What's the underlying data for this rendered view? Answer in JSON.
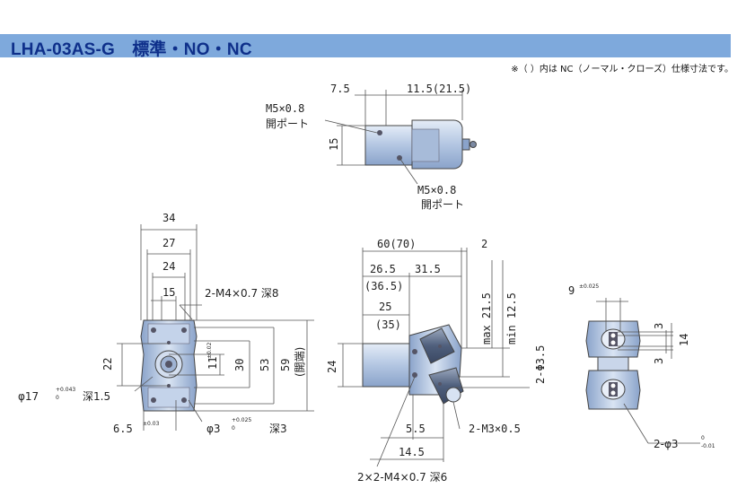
{
  "header": {
    "title": "LHA-03AS-G　標準・NO・NC",
    "note": "※（ ）内は NC（ノーマル・クローズ）仕様寸法です。"
  },
  "colors": {
    "header_band": "#7ea9dc",
    "title_text": "#0e2f8a",
    "body_fill": "#b6c8e2",
    "body_shade": "#8ea8cf",
    "dark_part": "#4a5b78"
  },
  "top_view": {
    "dim_a": "7.5",
    "dim_b": "11.5(21.5)",
    "dim_15": "15",
    "port_top_1": "M5×0.8",
    "port_top_2": "開ポート",
    "port_bot_1": "M5×0.8",
    "port_bot_2": "開ポート"
  },
  "left_view": {
    "w34": "34",
    "w27": "27",
    "w24": "24",
    "w15": "15",
    "thread": "2-M4×0.7 深8",
    "h22": "22",
    "h11": "11",
    "h11_tol": "±0.02",
    "h30": "30",
    "h53": "53",
    "h59": "59",
    "open_label": "(開端)",
    "bore_main": "φ17",
    "bore_tol_plus": "+0.043",
    "bore_tol_zero": "0",
    "bore_depth": "深1.5",
    "x65": "6.5",
    "x65_tol": "±0.03",
    "pin_main": "φ3",
    "pin_tol_plus": "+0.025",
    "pin_tol_zero": "0",
    "pin_depth": "深3"
  },
  "center_view": {
    "len_60": "60(70)",
    "len_2": "2",
    "len_265": "26.5",
    "len_315": "31.5",
    "len_365": "(36.5)",
    "len_25": "25",
    "len_35": "(35)",
    "h24": "24",
    "max_stroke": "max 21.5",
    "min_stroke": "min 12.5",
    "pin_holes": "2-Φ3.5",
    "x55": "5.5",
    "thread_m3": "2-M3×0.5",
    "x145": "14.5",
    "bottom_thread": "2×2-M4×0.7 深6"
  },
  "right_view": {
    "w9": "9",
    "w9_tol": "±0.025",
    "v3a": "3",
    "v14": "14",
    "v3b": "3",
    "pin_label": "2-φ3",
    "pin_tol_zero": "0",
    "pin_tol_minus": "-0.01"
  }
}
